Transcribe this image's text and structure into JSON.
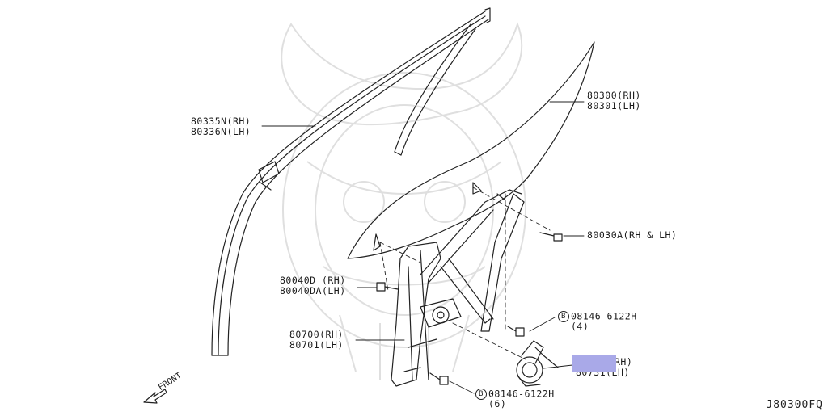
{
  "parts": {
    "sash_rh": "80335N(RH)",
    "sash_lh": "80336N(LH)",
    "glass_rh": "80300(RH)",
    "glass_lh": "80301(LH)",
    "bolt_glass": "80030A(RH & LH)",
    "bolt_regulator_rh": "80040D (RH)",
    "bolt_regulator_lh": "80040DA(LH)",
    "regulator_rh": "80700(RH)",
    "regulator_lh": "80701(LH)",
    "motor_rh": "RH)",
    "motor_lh": "80731(LH)",
    "bolt_motor_code": "08146-6122H",
    "bolt_motor_qty": "(4)",
    "bolt_lower_code": "08146-6122H",
    "bolt_lower_qty": "(6)",
    "bolt_symbol": "B"
  },
  "front_label": "FRONT",
  "reference": "J80300FQ",
  "colors": {
    "line": "#222222",
    "watermark": "#d8d8d8",
    "mask": "#a9a9e8"
  }
}
